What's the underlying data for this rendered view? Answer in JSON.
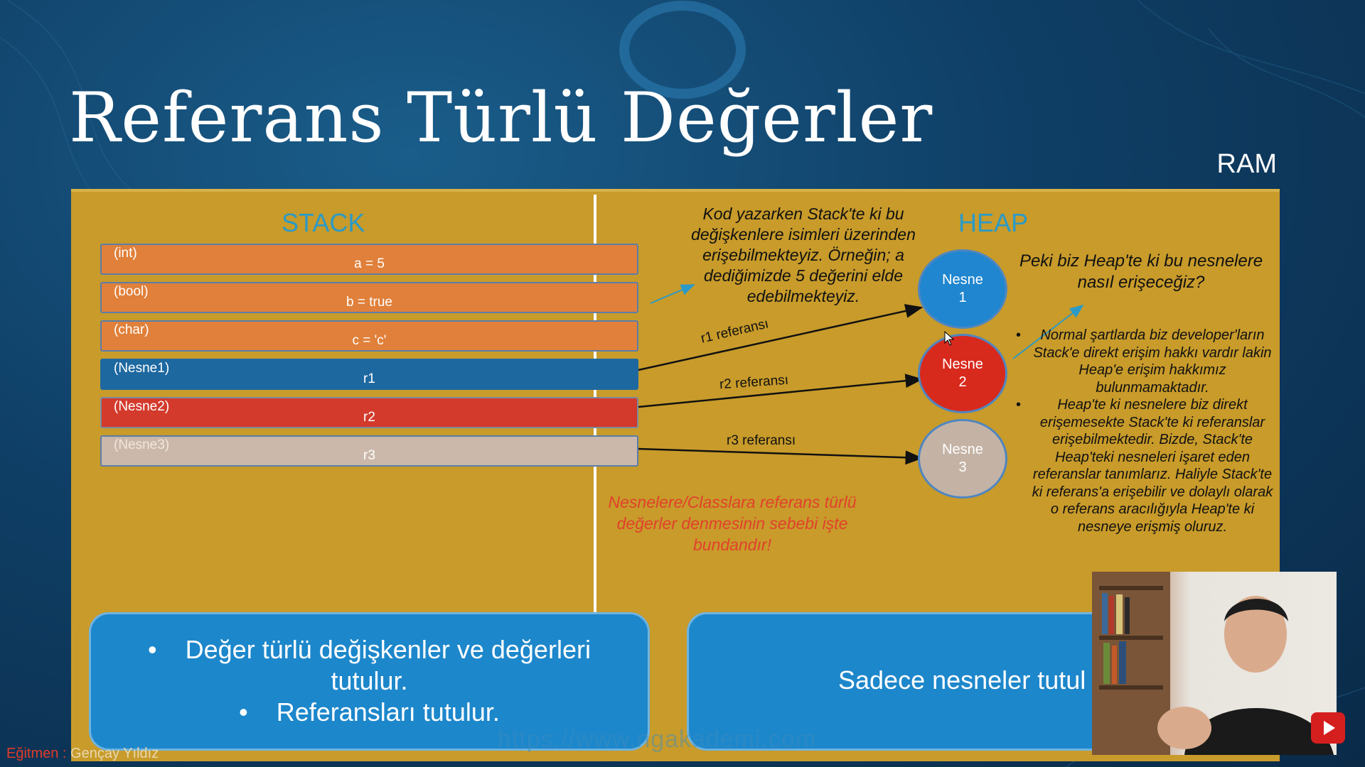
{
  "slide": {
    "title": "Referans Türlü Değerler",
    "ram_label": "RAM"
  },
  "stack": {
    "heading": "STACK",
    "rows": [
      {
        "type": "(int)",
        "value": "a = 5",
        "color": "#e0803a"
      },
      {
        "type": "(bool)",
        "value": "b = true",
        "color": "#e0803a"
      },
      {
        "type": "(char)",
        "value": "c = 'c'",
        "color": "#e0803a"
      },
      {
        "type": "(Nesne1)",
        "value": "r1",
        "color": "#1e68a0"
      },
      {
        "type": "(Nesne2)",
        "value": "r2",
        "color": "#d33a2c"
      },
      {
        "type": "(Nesne3)",
        "value": "r3",
        "color": "#cbb8aa"
      }
    ]
  },
  "heap": {
    "heading": "HEAP",
    "nodes": [
      {
        "label": "Nesne",
        "num": "1",
        "color": "#1f86cf"
      },
      {
        "label": "Nesne",
        "num": "2",
        "color": "#d8291d"
      },
      {
        "label": "Nesne",
        "num": "3",
        "color": "#c4b3a5"
      }
    ],
    "question": "Peki biz Heap'te ki bu nesnelere nasıl erişeceğiz?",
    "bullets": [
      "Normal şartlarda biz developer'ların Stack'e direkt erişim hakkı vardır lakin Heap'e erişim hakkımız bulunmamaktadır.",
      "Heap'te ki nesnelere biz direkt erişemesekte Stack'te ki referanslar erişebilmektedir. Bizde, Stack'te Heap'teki nesneleri işaret eden referanslar tanımlarız. Haliyle Stack'te ki referans'a erişebilir ve dolaylı olarak o referans aracılığıyla Heap'te ki nesneye erişmiş oluruz."
    ]
  },
  "references": {
    "r1": "r1 referansı",
    "r2": "r2 referansı",
    "r3": "r3 referansı"
  },
  "notes": {
    "stack_note": "Kod yazarken Stack'te ki bu değişkenlere isimleri üzerinden erişebilmekteyiz. Örneğin; a dediğimizde 5 değerini elde edebilmekteyiz.",
    "reason_note": "Nesnelere/Classlara referans türlü değerler denmesinin sebebi işte bundandır!"
  },
  "bottom": {
    "stack_box": [
      "Değer türlü değişkenler ve değerleri tutulur.",
      "Referansları tutulur."
    ],
    "heap_box": "Sadece nesneler tutul"
  },
  "watermark": {
    "url": "https://www.ngakademi.com"
  },
  "footer": {
    "instructor_label": "Eğitmen :",
    "instructor_name": "Gençay Yıldız"
  },
  "icons": [
    "youtube-icon",
    "mouse-cursor-icon",
    "ngakademi-logo-icon"
  ]
}
